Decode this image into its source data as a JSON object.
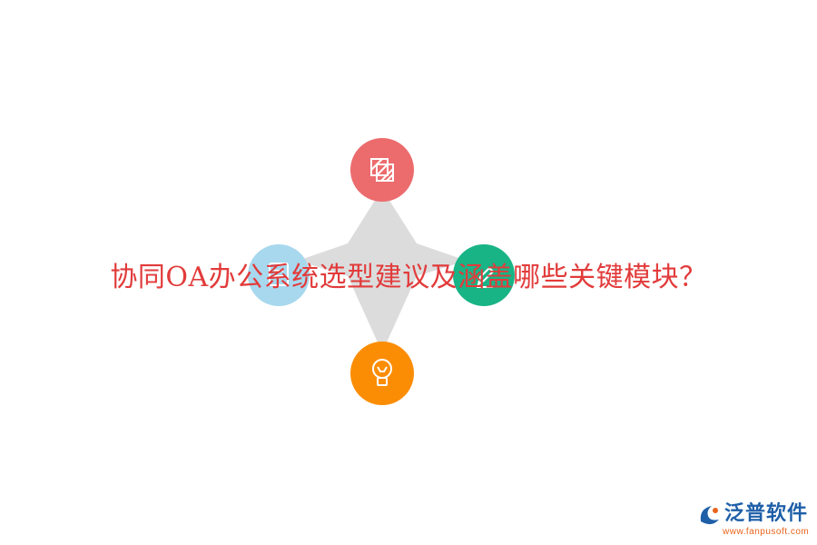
{
  "headline": "协同OA办公系统选型建议及涵盖哪些关键模块？",
  "logo": {
    "name": "泛普软件",
    "url": "www.fanpusoft.com"
  },
  "colors": {
    "headline": "#e23b3b",
    "star": "#dcdcdc",
    "node_top": "#ec6b6d",
    "node_left": "#a7d8ee",
    "node_right": "#18b486",
    "node_bottom": "#fb8d05",
    "logo_text": "#1f5fa8",
    "logo_accent": "#e8641b"
  },
  "nodes": [
    {
      "id": "top",
      "icon": "striped-squares-icon"
    },
    {
      "id": "left",
      "icon": "document-icon"
    },
    {
      "id": "right",
      "icon": "pen-icon"
    },
    {
      "id": "bottom",
      "icon": "lightbulb-icon"
    }
  ]
}
